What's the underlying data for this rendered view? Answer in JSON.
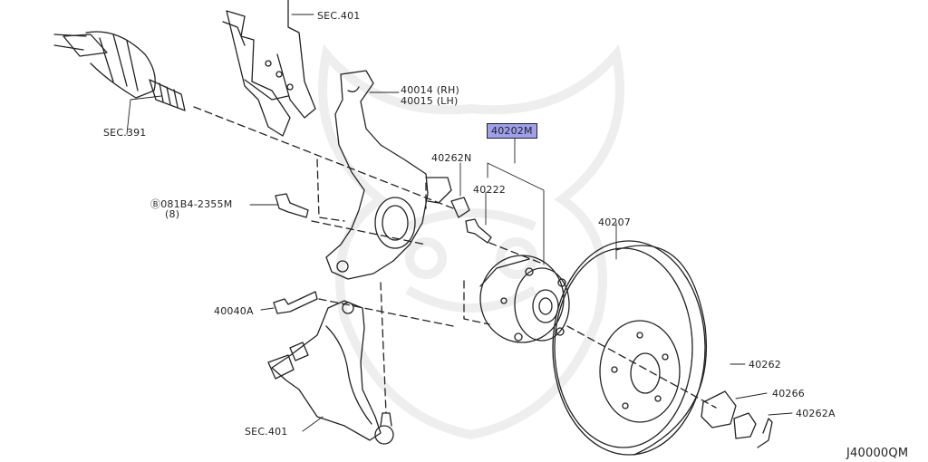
{
  "diagram": {
    "labels": {
      "sec401_top": "SEC.401",
      "p40014": "40014 (RH)",
      "p40015": "40015 (LH)",
      "sec391": "SEC.391",
      "p40202m": "40202M",
      "p40262n": "40262N",
      "p40222": "40222",
      "p08184": "Ⓑ081B4-2355M",
      "p08184_qty": "(8)",
      "p40207": "40207",
      "p40040a": "40040A",
      "p40262": "40262",
      "p40266": "40266",
      "p40262a": "40262A",
      "sec401_bottom": "SEC.401",
      "code": "J40000QM"
    },
    "colors": {
      "line": "#222222",
      "highlight": "#9fa0e8",
      "watermark": "#bbbbbb"
    }
  }
}
